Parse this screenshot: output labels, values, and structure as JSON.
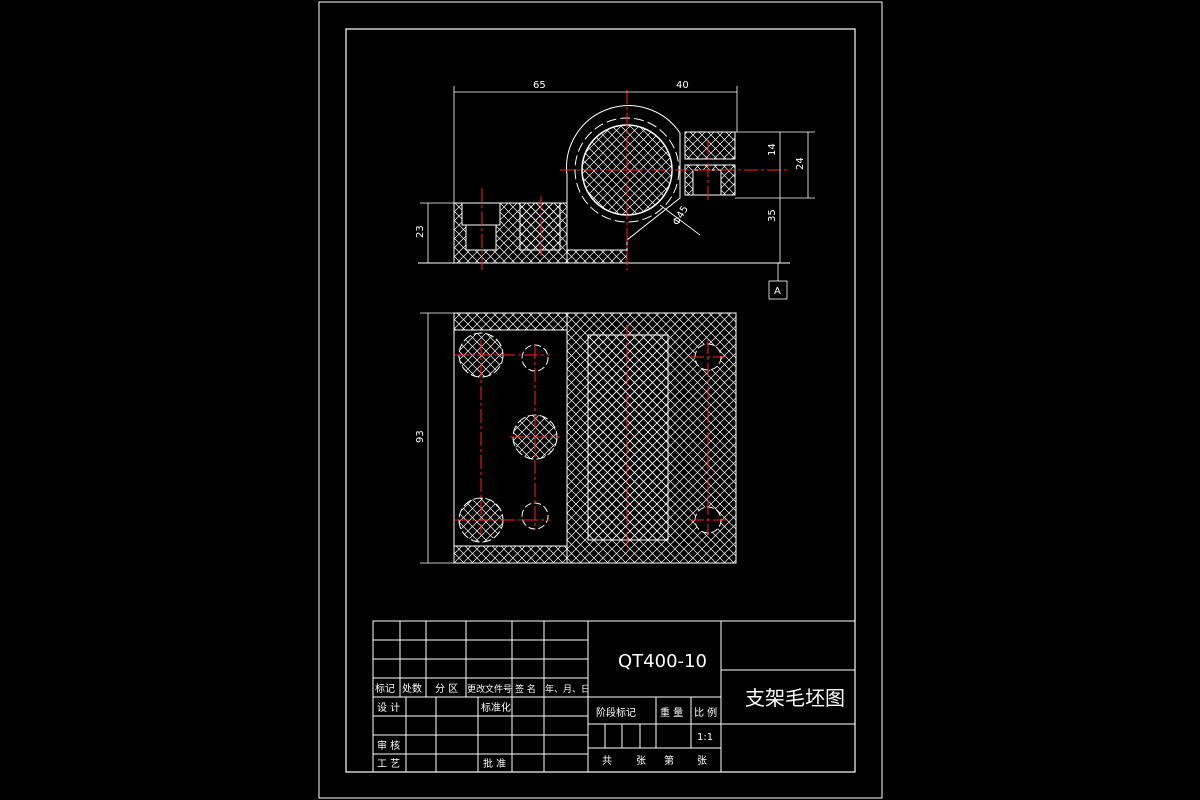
{
  "drawing": {
    "front_view": {
      "dim_width_left": "65",
      "dim_width_right": "40",
      "dim_height_small": "14",
      "dim_height_upper": "24",
      "dim_height_center": "35",
      "dim_base_height": "23",
      "dim_diameter": "Φ45",
      "datum_label": "A"
    },
    "top_view": {
      "dim_depth": "93"
    }
  },
  "title_block": {
    "material": "QT400-10",
    "part_name": "支架毛坯图",
    "rev_headers": [
      "标记",
      "处数",
      "分 区",
      "更改文件号",
      "签 名",
      "年、月、日"
    ],
    "design_label": "设 计",
    "standardize_label": "标准化",
    "review_label": "审 核",
    "process_label": "工 艺",
    "approve_label": "批 准",
    "stage_mark_label": "阶段标记",
    "weight_label": "重 量",
    "scale_label": "比 例",
    "scale_value": "1:1",
    "total_label": "共",
    "sheets_label": "张",
    "page_label": "第",
    "page_sheets_label": "张"
  }
}
